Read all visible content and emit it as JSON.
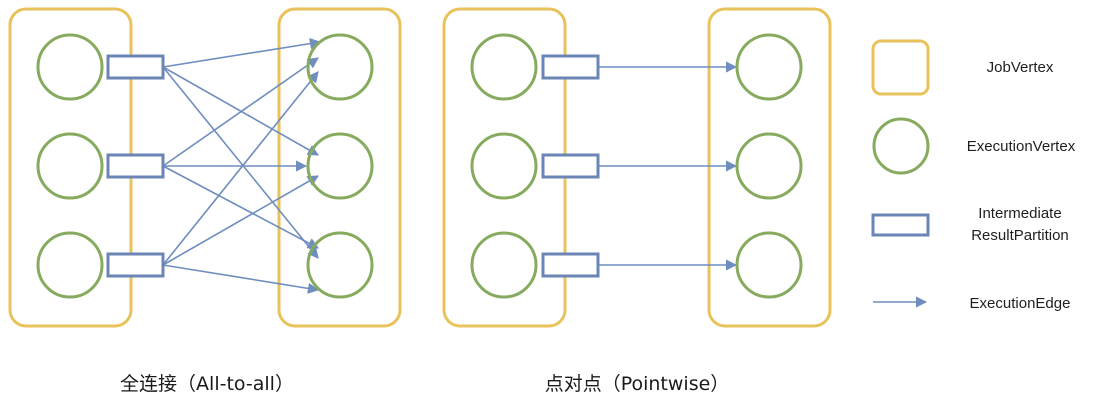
{
  "captions": {
    "all_to_all": "全连接（All-to-all）",
    "pointwise": "点对点（Pointwise）"
  },
  "legend": {
    "job_vertex": "JobVertex",
    "execution_vertex": "ExecutionVertex",
    "result_partition_line1": "Intermediate",
    "result_partition_line2": "ResultPartition",
    "execution_edge": "ExecutionEdge"
  },
  "colors": {
    "job_vertex": "#e8c25a",
    "execution_vertex": "#86ab5e",
    "partition": "#6b86b4",
    "edge": "#6f8dbf"
  }
}
